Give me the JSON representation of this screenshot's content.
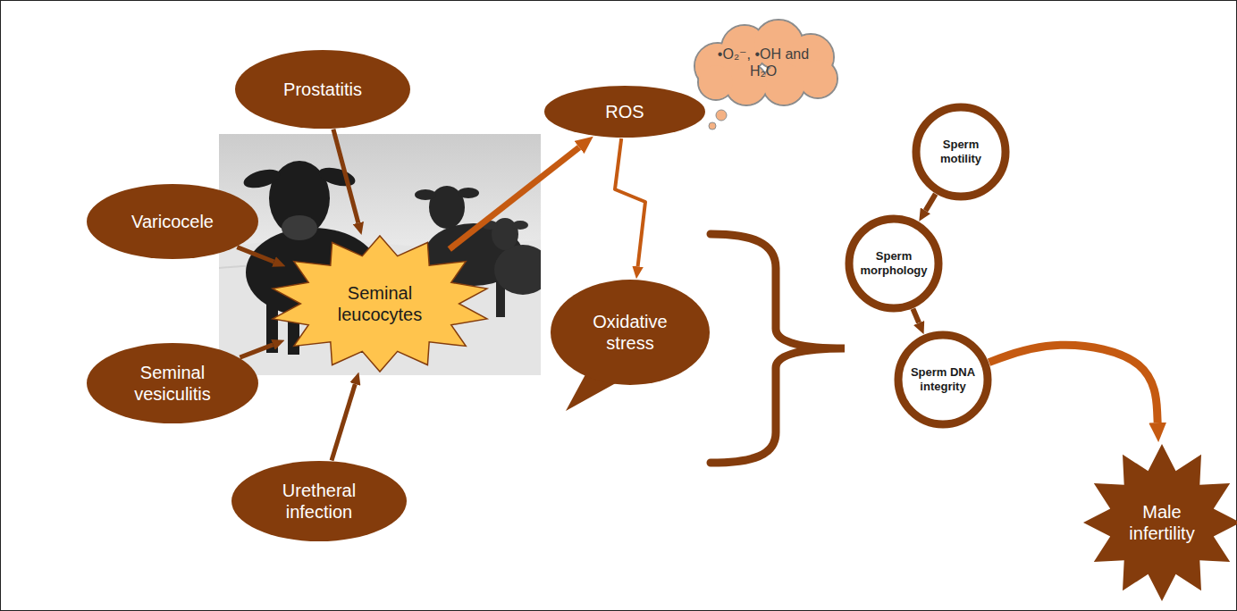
{
  "diagram": {
    "nodes": [
      {
        "text": [
          "Prostatitis"
        ]
      },
      {
        "text": [
          "Varicocele"
        ]
      },
      {
        "text": [
          "Seminal vesiculitis"
        ]
      },
      {
        "text": [
          "Uretheral infection"
        ]
      },
      {
        "text": [
          "Seminal leucocytes"
        ]
      },
      {
        "text": [
          "•O₂⁻, •OH and H₂O"
        ]
      },
      {
        "text": [
          "ROS"
        ]
      },
      {
        "text": [
          "Oxidative stress"
        ]
      },
      {
        "text": [
          "Sperm motility"
        ]
      },
      {
        "text": [
          "Sperm morphology"
        ]
      },
      {
        "text": [
          "Sperm DNA integrity"
        ]
      },
      {
        "text": [
          "Male infertility"
        ]
      }
    ],
    "edges": [
      {
        "from": 0,
        "to": 4,
        "arrow": "to"
      },
      {
        "from": 1,
        "to": 4,
        "arrow": "to"
      },
      {
        "from": 2,
        "to": 4,
        "arrow": "to"
      },
      {
        "from": 3,
        "to": 4,
        "arrow": "to"
      },
      {
        "from": 4,
        "to": 6,
        "arrow": "to"
      },
      {
        "from": 6,
        "to": 7,
        "arrow": "to"
      },
      {
        "from": 8,
        "to": 9,
        "arrow": "to"
      },
      {
        "from": 9,
        "to": 10,
        "arrow": "to"
      },
      {
        "from": 10,
        "to": 11,
        "arrow": "to"
      }
    ]
  }
}
